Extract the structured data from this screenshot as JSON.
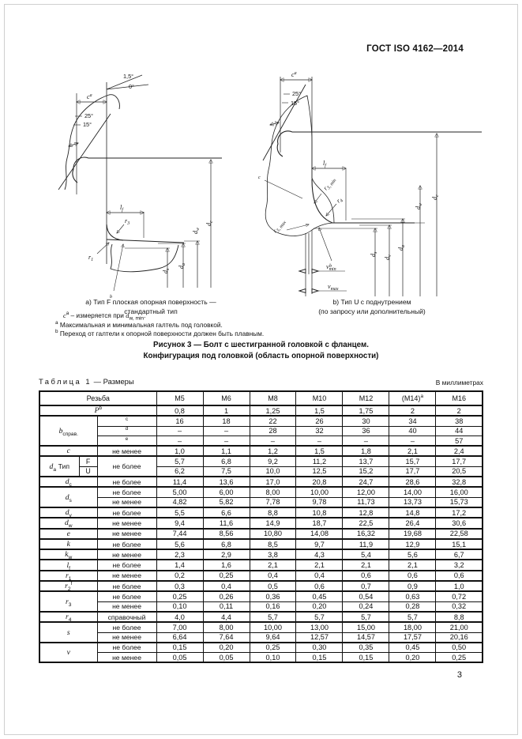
{
  "header": {
    "doc_code": "ГОСТ ISO 4162—2014"
  },
  "footer": {
    "page_number": "3"
  },
  "figures": {
    "caption_main1": "Рисунок 3 — Болт с шестигранной головкой с фланцем.",
    "caption_main2": "Конфигурация под головкой (область опорной поверхности)",
    "a": {
      "caption1": "a) Тип F плоская опорная поверхность —",
      "caption2": "стандартный тип",
      "labels": {
        "angle_top1": "1,5°",
        "angle_top2": "0°",
        "c_base": "c",
        "c_sup": "a",
        "angle_25": "25°",
        "angle_15": "15°",
        "lf_base": "l",
        "lf_sub": "f",
        "r3_base": "r",
        "r3_sub": "3",
        "r1_base": "r",
        "r1_sub": "1",
        "ds_base": "d",
        "ds_sub": "s",
        "da_base": "d",
        "da_sub": "a",
        "dw_base": "d",
        "dw_sub": "w",
        "dc_base": "d",
        "dc_sub": "c",
        "b_marker": "b"
      }
    },
    "b": {
      "caption1": "b) Тип U с поднутрением",
      "caption2": "(по запросу или дополнительный)",
      "labels": {
        "c_base": "c",
        "c_sup": "a",
        "angle_25": "25°",
        "angle_15": "15°",
        "lf_base": "l",
        "lf_sub": "f",
        "r3min_base": "r",
        "r3min_sub": "3, min",
        "r4_base": "r",
        "r4_sub": "4",
        "r3max_base": "r",
        "r3max_sub": "3, max",
        "c_marker": "c",
        "b_marker": "b",
        "ds_base": "d",
        "ds_sub": "s",
        "dv_base": "d",
        "dv_sub": "v",
        "da_base": "d",
        "da_sub": "a",
        "dw_base": "d",
        "dw_sub": "w",
        "dc_base": "d",
        "dc_sub": "c",
        "vmin_base": "v",
        "vmin_sub": "min",
        "vmax_base": "v",
        "vmax_sub": "max"
      }
    },
    "notes": {
      "note_c": {
        "sym": "c",
        "sup": "a",
        "mid": " – измеряется при ",
        "dsym": "d",
        "dsub": "w, min",
        "tail": "."
      },
      "note_a": {
        "marker": "a",
        "text": " Максимальная и минимальная галтель под головкой."
      },
      "note_b": {
        "marker": "b",
        "text": " Переход от галтели к опорной поверхности должен быть плавным."
      }
    }
  },
  "table": {
    "title_word": "Таблица 1",
    "title_rest": " — Размеры",
    "units": "В миллиметрах",
    "thread_label": "Резьба",
    "sizes": [
      "М5",
      "М6",
      "М8",
      "М10",
      "М12",
      "(М14)",
      "М16"
    ],
    "m14_sup": "a",
    "qual": {
      "min": "не менее",
      "max": "не более",
      "ref": "справочный"
    },
    "rows": {
      "P": {
        "sym": "P",
        "sup": "b",
        "values": [
          "0,8",
          "1",
          "1,25",
          "1,5",
          "1,75",
          "2",
          "2"
        ]
      },
      "b": {
        "sym": "b",
        "sub": "справ.",
        "sub1_sup": "c",
        "sub2_sup": "d",
        "sub3_sup": "e",
        "v1": [
          "16",
          "18",
          "22",
          "26",
          "30",
          "34",
          "38"
        ],
        "v2": [
          "–",
          "–",
          "28",
          "32",
          "36",
          "40",
          "44"
        ],
        "v3": [
          "–",
          "–",
          "–",
          "–",
          "–",
          "–",
          "57"
        ]
      },
      "c": {
        "sym": "c",
        "values": [
          "1,0",
          "1,1",
          "1,2",
          "1,5",
          "1,8",
          "2,1",
          "2,4"
        ]
      },
      "da": {
        "sym": "d",
        "sub": "a",
        "extra": "Тип",
        "f": "F",
        "u": "U",
        "vf": [
          "5,7",
          "6,8",
          "9,2",
          "11,2",
          "13,7",
          "15,7",
          "17,7"
        ],
        "vu": [
          "6,2",
          "7,5",
          "10,0",
          "12,5",
          "15,2",
          "17,7",
          "20,5"
        ]
      },
      "dc": {
        "sym": "d",
        "sub": "c",
        "values": [
          "11,4",
          "13,6",
          "17,0",
          "20,8",
          "24,7",
          "28,6",
          "32,8"
        ]
      },
      "ds": {
        "sym": "d",
        "sub": "s",
        "vmax": [
          "5,00",
          "6,00",
          "8,00",
          "10,00",
          "12,00",
          "14,00",
          "16,00"
        ],
        "vmin": [
          "4,82",
          "5,82",
          "7,78",
          "9,78",
          "11,73",
          "13,73",
          "15,73"
        ]
      },
      "dv": {
        "sym": "d",
        "sub": "v",
        "values": [
          "5,5",
          "6,6",
          "8,8",
          "10,8",
          "12,8",
          "14,8",
          "17,2"
        ]
      },
      "dw": {
        "sym": "d",
        "sub": "w",
        "values": [
          "9,4",
          "11,6",
          "14,9",
          "18,7",
          "22,5",
          "26,4",
          "30,6"
        ]
      },
      "e": {
        "sym": "e",
        "values": [
          "7,44",
          "8,56",
          "10,80",
          "14,08",
          "16,32",
          "19,68",
          "22,58"
        ]
      },
      "k": {
        "sym": "k",
        "values": [
          "5,6",
          "6,8",
          "8,5",
          "9,7",
          "11,9",
          "12,9",
          "15,1"
        ]
      },
      "kw": {
        "sym": "k",
        "sub": "w",
        "values": [
          "2,3",
          "2,9",
          "3,8",
          "4,3",
          "5,4",
          "5,6",
          "6,7"
        ]
      },
      "lf": {
        "sym": "l",
        "sub": "f",
        "values": [
          "1,4",
          "1,6",
          "2,1",
          "2,1",
          "2,1",
          "2,1",
          "3,2"
        ]
      },
      "r1": {
        "sym": "r",
        "sub": "1",
        "values": [
          "0,2",
          "0,25",
          "0,4",
          "0,4",
          "0,6",
          "0,6",
          "0,6"
        ]
      },
      "r2": {
        "sym": "r",
        "sub": "2",
        "sup": "f",
        "values": [
          "0,3",
          "0,4",
          "0,5",
          "0,6",
          "0,7",
          "0,9",
          "1,0"
        ]
      },
      "r3": {
        "sym": "r",
        "sub": "3",
        "vmax": [
          "0,25",
          "0,26",
          "0,36",
          "0,45",
          "0,54",
          "0,63",
          "0,72"
        ],
        "vmin": [
          "0,10",
          "0,11",
          "0,16",
          "0,20",
          "0,24",
          "0,28",
          "0,32"
        ]
      },
      "r4": {
        "sym": "r",
        "sub": "4",
        "values": [
          "4,0",
          "4,4",
          "5,7",
          "5,7",
          "5,7",
          "5,7",
          "8,8"
        ]
      },
      "s": {
        "sym": "s",
        "vmax": [
          "7,00",
          "8,00",
          "10,00",
          "13,00",
          "15,00",
          "18,00",
          "21,00"
        ],
        "vmin": [
          "6,64",
          "7,64",
          "9,64",
          "12,57",
          "14,57",
          "17,57",
          "20,16"
        ]
      },
      "v": {
        "sym": "v",
        "vmax": [
          "0,15",
          "0,20",
          "0,25",
          "0,30",
          "0,35",
          "0,45",
          "0,50"
        ],
        "vmin": [
          "0,05",
          "0,05",
          "0,10",
          "0,15",
          "0,15",
          "0,20",
          "0,25"
        ]
      }
    }
  }
}
